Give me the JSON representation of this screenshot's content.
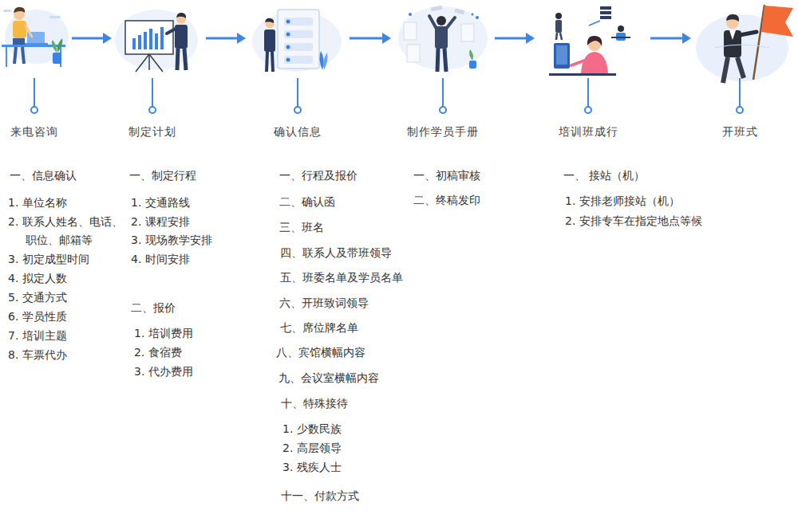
{
  "diagram": {
    "nodes": [
      {
        "text": [
          "来电咨询"
        ]
      },
      {
        "text": [
          "制定计划"
        ]
      },
      {
        "text": [
          "确认信息"
        ]
      },
      {
        "text": [
          "制作学员手册"
        ]
      },
      {
        "text": [
          "培训班成行"
        ]
      },
      {
        "text": [
          "开班式"
        ]
      }
    ],
    "edges": [
      {
        "from": 0,
        "to": 1,
        "arrow": "to"
      },
      {
        "from": 1,
        "to": 2,
        "arrow": "to"
      },
      {
        "from": 2,
        "to": 3,
        "arrow": "to"
      },
      {
        "from": 3,
        "to": 4,
        "arrow": "to"
      },
      {
        "from": 4,
        "to": 5,
        "arrow": "to"
      }
    ],
    "labels": [
      "一、信息确认",
      "1. 单位名称",
      "2. 联系人姓名、电话、 职位、邮箱等",
      "3. 初定成型时间",
      "4. 拟定人数",
      "5. 交通方式",
      "6. 学员性质",
      "7. 培训主题",
      "8. 车票代办",
      "一、制定行程",
      "1. 交通路线",
      "2. 课程安排",
      "3. 现场教学安排",
      "4. 时间安排",
      "二、报价",
      "1. 培训费用",
      "2. 食宿费",
      "3. 代办费用",
      "一、行程及报价",
      "二、确认函",
      "三、班名",
      "四、联系人及带班领导",
      "五、班委名单及学员名单",
      "六、开班致词领导",
      "七、席位牌名单",
      "八、宾馆横幅内容",
      "九、会议室横幅内容",
      "十、特殊接待",
      "1. 少数民族",
      "2. 高层领导",
      "3. 残疾人士",
      "十一、付款方式",
      "一、初稿审核",
      "二、终稿发印",
      "一、 接站（机）",
      "1. 安排老师接站（机）",
      "2. 安排专车在指定地点等候"
    ]
  }
}
